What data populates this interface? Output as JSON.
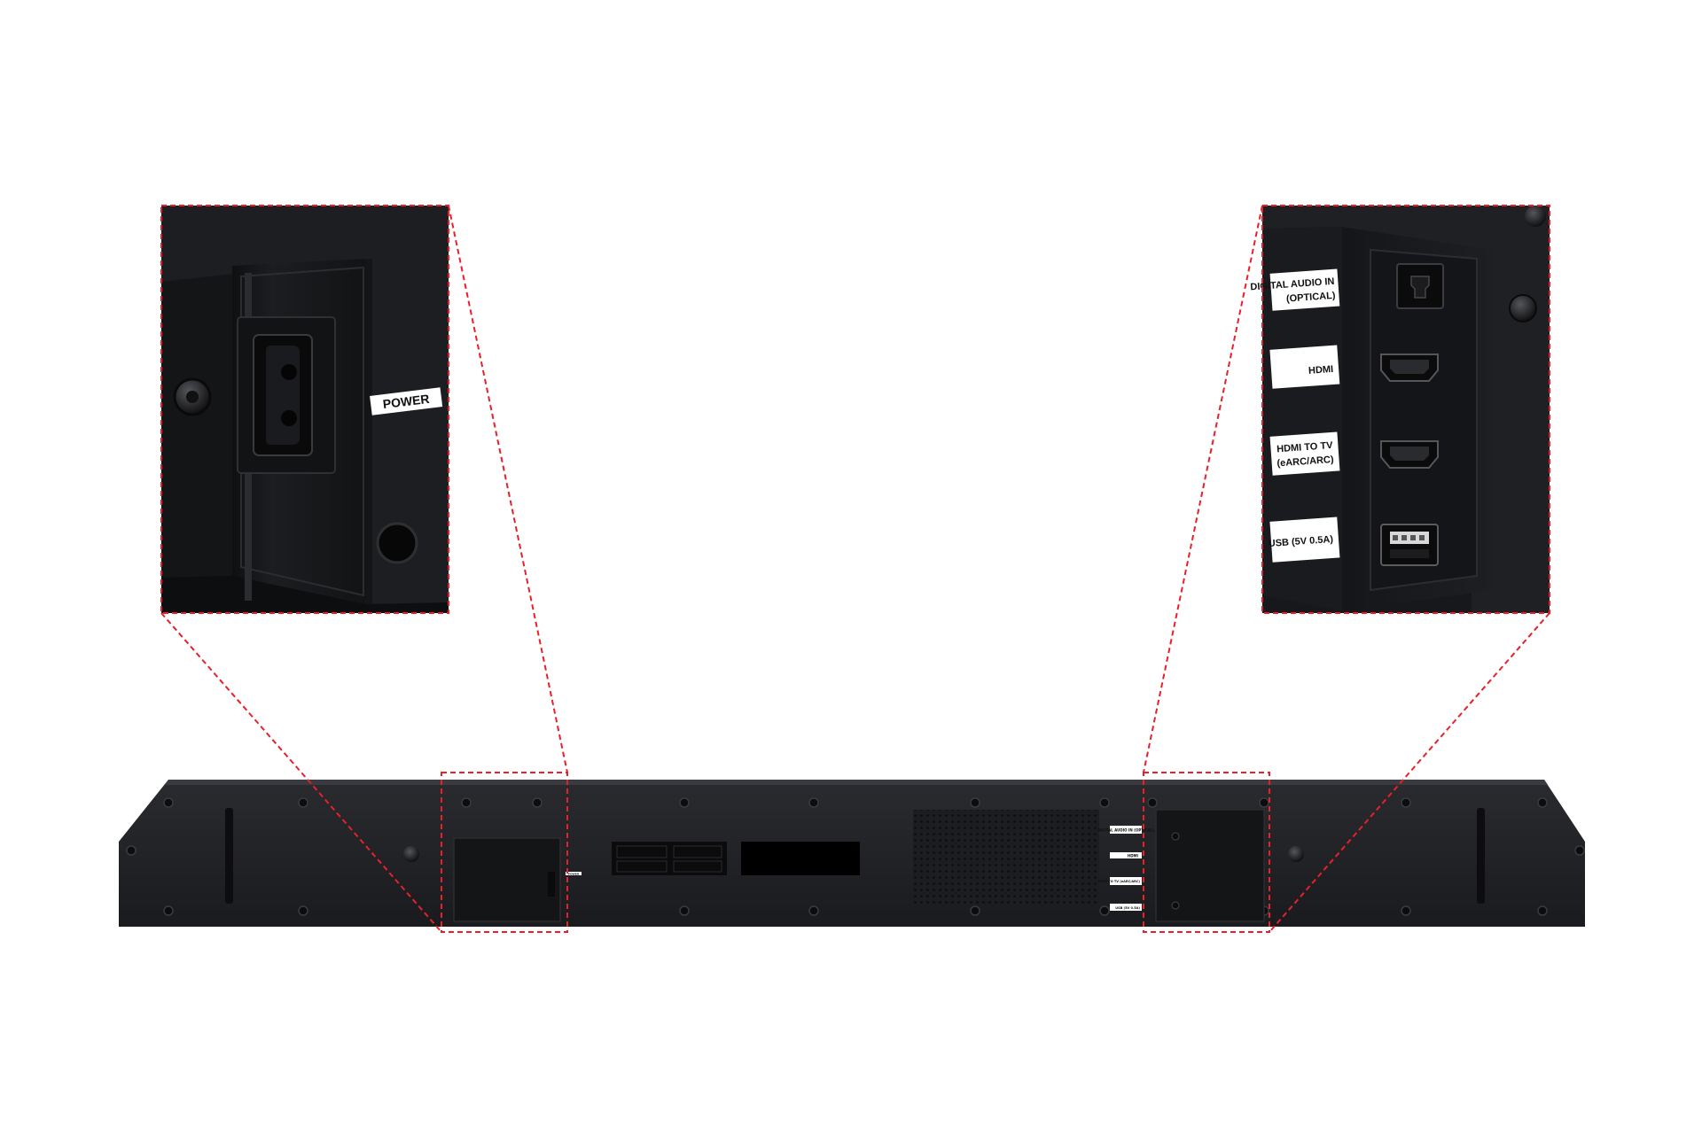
{
  "image": {
    "description_colors": {
      "background": "#ffffff",
      "device_body": "#1e1f22",
      "device_panel": "#16171a",
      "callout_line": "#e8202a",
      "label_bg": "#ffffff",
      "label_text": "#111111"
    }
  },
  "left_callout": {
    "power_label": "POWER"
  },
  "right_callout": {
    "ports": [
      {
        "label_line1": "DIGITAL AUDIO IN",
        "label_line2": "(OPTICAL)",
        "icon": "optical-port-icon"
      },
      {
        "label_line1": "HDMI",
        "label_line2": "",
        "icon": "hdmi-port-icon"
      },
      {
        "label_line1": "HDMI TO TV",
        "label_line2": "(eARC/ARC)",
        "icon": "hdmi-port-icon"
      },
      {
        "label_line1": "USB (5V 0.5A)",
        "label_line2": "",
        "icon": "usb-port-icon"
      }
    ]
  },
  "soundbar": {
    "small_labels": {
      "power": "POWER",
      "optical": "DIGITAL AUDIO IN (OPTICAL)",
      "hdmi": "HDMI",
      "hdmi_tv": "HDMI TO TV (eARC/ARC)",
      "usb": "USB (5V 0.5A)"
    }
  }
}
